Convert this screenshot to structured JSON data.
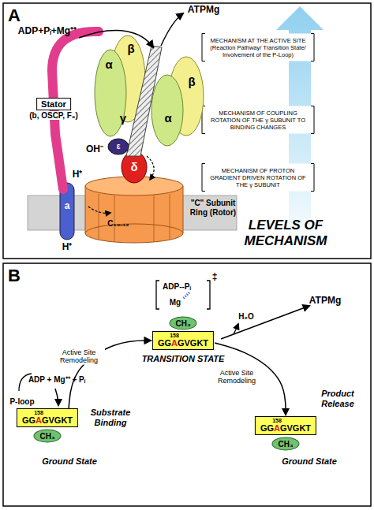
{
  "diagram": {
    "nodes": [
      {
        "text": [
          "Stator",
          "(b, OSCP, F₆)"
        ]
      },
      {
        "text": [
          "GG",
          "A",
          "GVGKT",
          "158"
        ]
      },
      {
        "text": [
          "CH₃"
        ]
      },
      {
        "text": [
          "GG",
          "A",
          "GVGKT",
          "158"
        ]
      },
      {
        "text": [
          "CH₃"
        ]
      },
      {
        "text": [
          "GG",
          "A",
          "GVGKT",
          "158"
        ]
      },
      {
        "text": [
          "CH₃"
        ]
      }
    ],
    "edges": [
      {
        "from": 1,
        "to": 3,
        "arrow": "to",
        "label": "Active Site Remodeling"
      },
      {
        "from": 3,
        "to": 5,
        "arrow": "to",
        "label": "Active Site Remodeling"
      }
    ],
    "labels": [
      "A",
      "ADP+Pᵢ+Mg⁺⁺",
      "ATPMg",
      "OH⁻",
      "H⁺",
      "H⁺",
      "α",
      "β",
      "γ",
      "β",
      "α",
      "ε",
      "δ",
      "a",
      "\"C\" Subunit Ring (Rotor)",
      "C₁₀₋₁₂",
      "MECHANISM AT THE ACTIVE SITE (Reaction Pathway/ Transition State/ Involvement of the P-Loop)",
      "MECHANISM OF COUPLING ROTATION OF THE γ SUBUNIT TO BINDING CHANGES",
      "MECHANISM OF PROTON GRADIENT DRIVEN ROTATION OF THE γ SUBUNIT",
      "LEVELS OF MECHANISM",
      "B",
      "ADP + Mg⁺⁺ + Pᵢ",
      "P-loop",
      "Substrate Binding",
      "Ground State",
      "ADP--Pᵢ",
      "Mg",
      "‡",
      "TRANSITION STATE",
      "H₂O",
      "ATPMg",
      "Product Release",
      "Ground State"
    ]
  }
}
